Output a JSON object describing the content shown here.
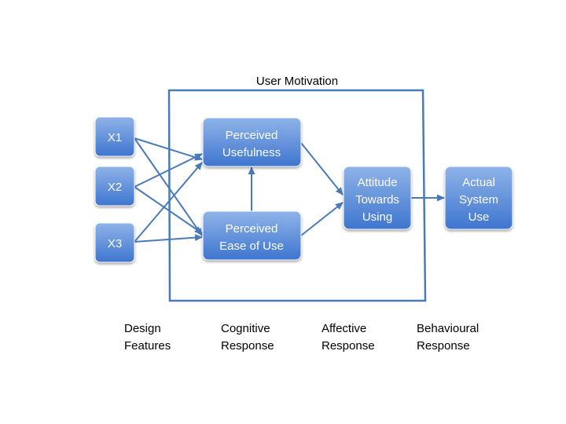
{
  "colors": {
    "node_fill_top": "#8fb3e8",
    "node_fill_bottom": "#3e75cf",
    "node_stroke": "#ffffff",
    "arrow": "#4a7ab8",
    "frame": "#4a7ab8"
  },
  "diagram": {
    "frame_label": "User Motivation",
    "nodes": {
      "x1": "X1",
      "x2": "X2",
      "x3": "X3",
      "perceived_usefulness": [
        "Perceived",
        "Usefulness"
      ],
      "perceived_ease_of_use": [
        "Perceived",
        "Ease of Use"
      ],
      "attitude_towards_using": [
        "Attitude",
        "Towards",
        "Using"
      ],
      "actual_system_use": [
        "Actual",
        "System",
        "Use"
      ]
    },
    "stages": {
      "design_features": [
        "Design",
        "Features"
      ],
      "cognitive_response": [
        "Cognitive",
        "Response"
      ],
      "affective_response": [
        "Affective",
        "Response"
      ],
      "behavioural_response": [
        "Behavioural",
        "Response"
      ]
    }
  }
}
